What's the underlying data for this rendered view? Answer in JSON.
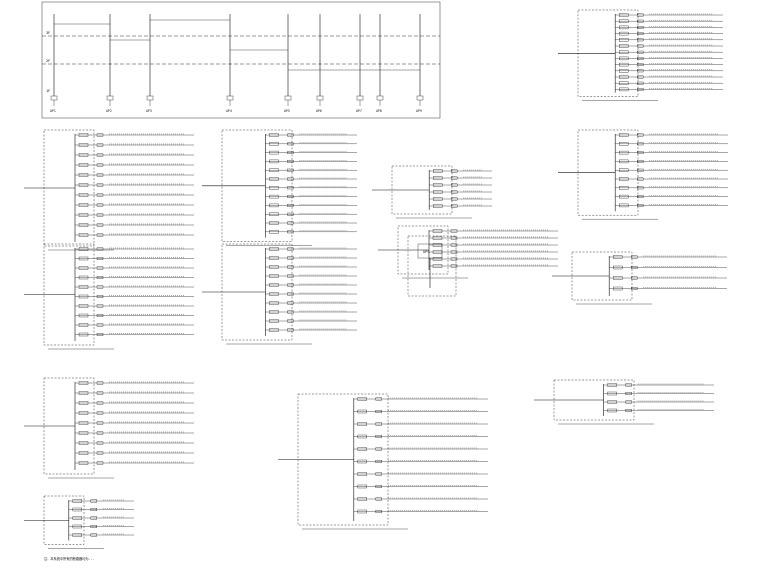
{
  "riser": {
    "floor_marks": [
      "3F",
      "2F",
      "1F"
    ],
    "panel_tags": [
      "AP1",
      "AP2",
      "AP3",
      "AP4",
      "AP5",
      "AP6",
      "AP7",
      "AP8",
      "AP9"
    ]
  },
  "panels": [
    {
      "id": "p1",
      "rows": 11
    },
    {
      "id": "p2",
      "rows": 12
    },
    {
      "id": "p3",
      "rows": 6
    },
    {
      "id": "p4",
      "rows": 6
    },
    {
      "id": "p5",
      "rows": 10
    },
    {
      "id": "p6",
      "rows": 10
    },
    {
      "id": "p7",
      "rows": 9
    },
    {
      "id": "p8",
      "rows": 5
    },
    {
      "id": "p9",
      "rows": 10
    },
    {
      "id": "p10",
      "rows": 13
    },
    {
      "id": "p11",
      "rows": 9
    },
    {
      "id": "p12",
      "rows": 4
    },
    {
      "id": "p13",
      "rows": 4
    }
  ],
  "ups_labels": [
    "UPS"
  ],
  "footnote": "注：本系统中所有的断路器均为..."
}
